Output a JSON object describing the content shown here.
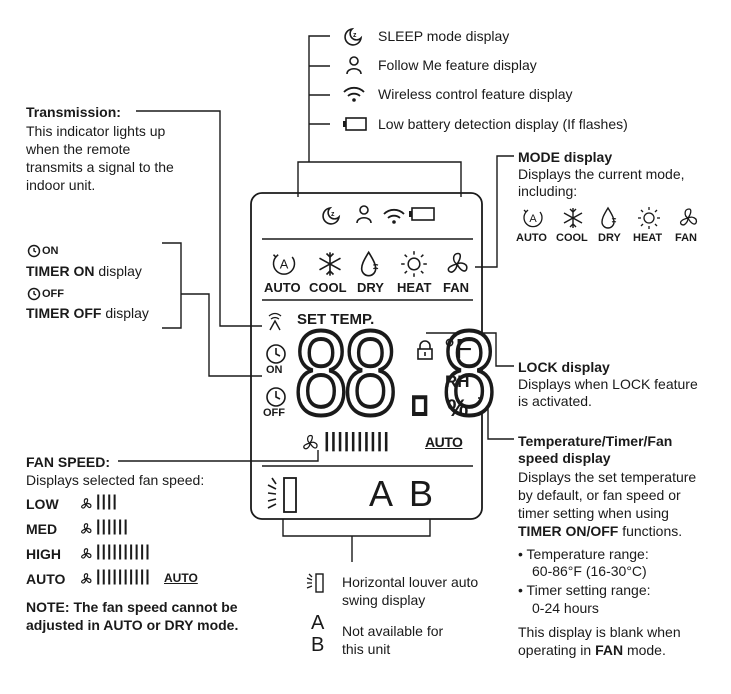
{
  "top_legend": {
    "sleep": "SLEEP mode display",
    "follow": "Follow Me feature display",
    "wireless": "Wireless control feature display",
    "battery": "Low battery detection display (If flashes)"
  },
  "transmission": {
    "title": "Transmission:",
    "lines": [
      "This indicator lights up",
      "when the remote",
      "transmits a signal to the",
      "indoor unit."
    ]
  },
  "timer": {
    "on_icon_text": "ON",
    "on_bold": "TIMER ON",
    "on_rest": " display",
    "off_icon_text": "OFF",
    "off_bold": "TIMER OFF",
    "off_rest": " display"
  },
  "mode": {
    "title": "MODE display",
    "lines": [
      "Displays the current mode,",
      "including:"
    ],
    "modes": [
      "AUTO",
      "COOL",
      "DRY",
      "HEAT",
      "FAN"
    ]
  },
  "panel": {
    "modes": [
      "AUTO",
      "COOL",
      "DRY",
      "HEAT",
      "FAN"
    ],
    "set_temp": "SET TEMP.",
    "on": "ON",
    "off": "OFF",
    "digits": "88.8",
    "deg_f": "°F",
    "rh": "RH",
    "percent": "%",
    "auto": "AUTO",
    "a": "A",
    "b": "B"
  },
  "lock": {
    "title": "LOCK display",
    "lines": [
      "Displays when LOCK feature",
      "is activated."
    ]
  },
  "temp_display": {
    "title_lines": [
      "Temperature/Timer/Fan",
      "speed display"
    ],
    "lines": [
      "Displays the set temperature",
      "by default, or fan speed or",
      "timer setting when using"
    ],
    "bold_fn": "TIMER ON/OFF",
    "fn_rest": " functions.",
    "bullets": [
      {
        "head": "Temperature range:",
        "value": "60-86°F (16-30°C)"
      },
      {
        "head": "Timer setting range:",
        "value": "0-24 hours"
      }
    ],
    "blank_line1": "This display is blank when",
    "blank_pre": "operating in ",
    "blank_bold": "FAN",
    "blank_post": " mode."
  },
  "fan_speed": {
    "title": "FAN SPEED:",
    "subtitle": "Displays selected fan speed:",
    "levels": [
      {
        "name": "LOW",
        "bars": "||||"
      },
      {
        "name": "MED",
        "bars": "||||||"
      },
      {
        "name": "HIGH",
        "bars": "||||||||||"
      },
      {
        "name": "AUTO",
        "bars": "||||||||||",
        "tag": "AUTO"
      }
    ],
    "note_lines": [
      "NOTE: The fan speed cannot be",
      "adjusted in AUTO or DRY mode."
    ]
  },
  "bottom_legend": {
    "louver_lines": [
      "Horizontal louver auto",
      "swing display"
    ],
    "a": "A",
    "b": "B",
    "na_lines": [
      "Not available for",
      "this unit"
    ]
  }
}
